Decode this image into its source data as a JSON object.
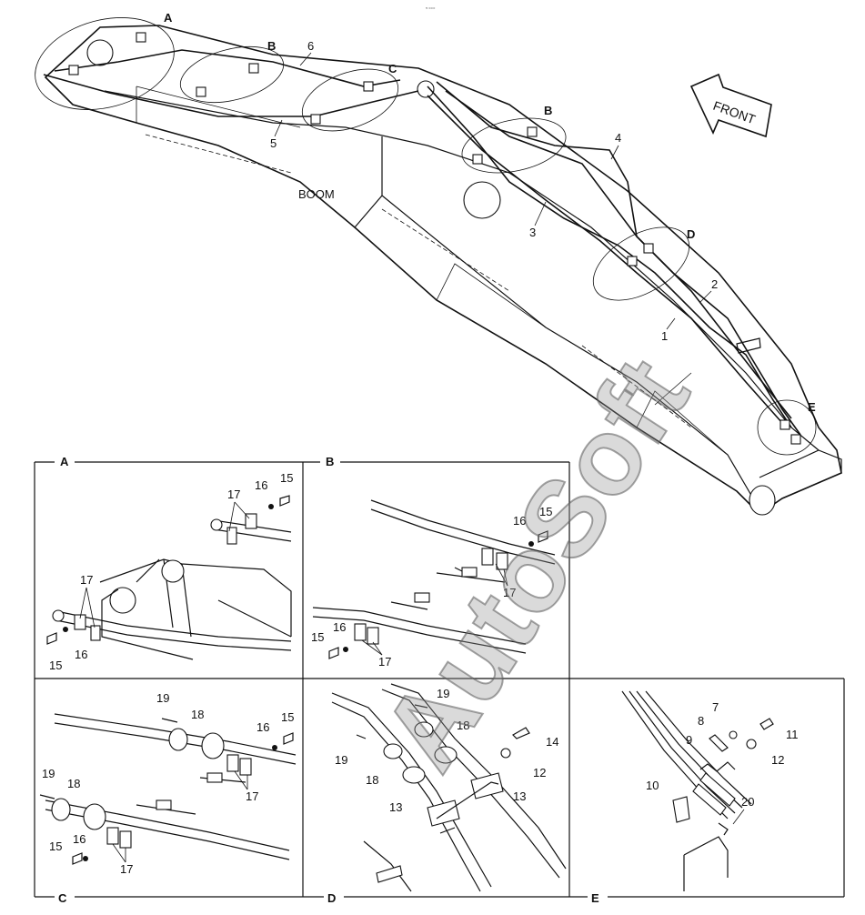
{
  "header_mark": "≈ ===",
  "watermark": "AutoSoft",
  "overview": {
    "boom_label": "BOOM",
    "front_label": "FRONT",
    "detail_markers": {
      "a": "A",
      "b1": "B",
      "b2": "B",
      "c": "C",
      "d": "D",
      "e": "E"
    },
    "callouts": {
      "c1": "1",
      "c2": "2",
      "c3": "3",
      "c4": "4",
      "c5": "5",
      "c6": "6"
    }
  },
  "panels": {
    "a": {
      "label": "A",
      "callouts": {
        "p17a": "17",
        "p16a": "16",
        "p15a": "15",
        "p17b": "17",
        "p15b": "15",
        "p16b": "16"
      }
    },
    "b": {
      "label": "B",
      "callouts": {
        "p16a": "16",
        "p15a": "15",
        "p17a": "17",
        "p16b": "16",
        "p15b": "15",
        "p17b": "17"
      }
    },
    "c": {
      "label": "C",
      "callouts": {
        "p19a": "19",
        "p18a": "18",
        "p16a": "16",
        "p15a": "15",
        "p17a": "17",
        "p19b": "19",
        "p18b": "18",
        "p16b": "16",
        "p15b": "15",
        "p17b": "17"
      }
    },
    "d": {
      "label": "D",
      "callouts": {
        "p19a": "19",
        "p18a": "18",
        "p14": "14",
        "p19b": "19",
        "p18b": "18",
        "p12": "12",
        "p13a": "13",
        "p13b": "13"
      }
    },
    "e": {
      "label": "E",
      "callouts": {
        "p7": "7",
        "p11": "11",
        "p8": "8",
        "p9": "9",
        "p12": "12",
        "p10": "10",
        "p20": "20"
      }
    }
  }
}
